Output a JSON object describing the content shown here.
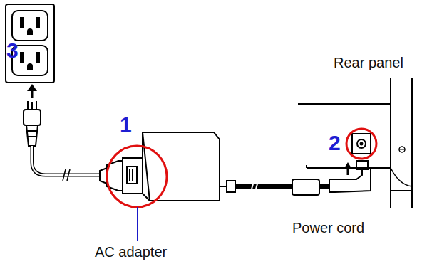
{
  "diagram": {
    "labels": [
      "Rear panel",
      "3",
      "1",
      "2",
      "Power cord",
      "AC adapter"
    ]
  }
}
